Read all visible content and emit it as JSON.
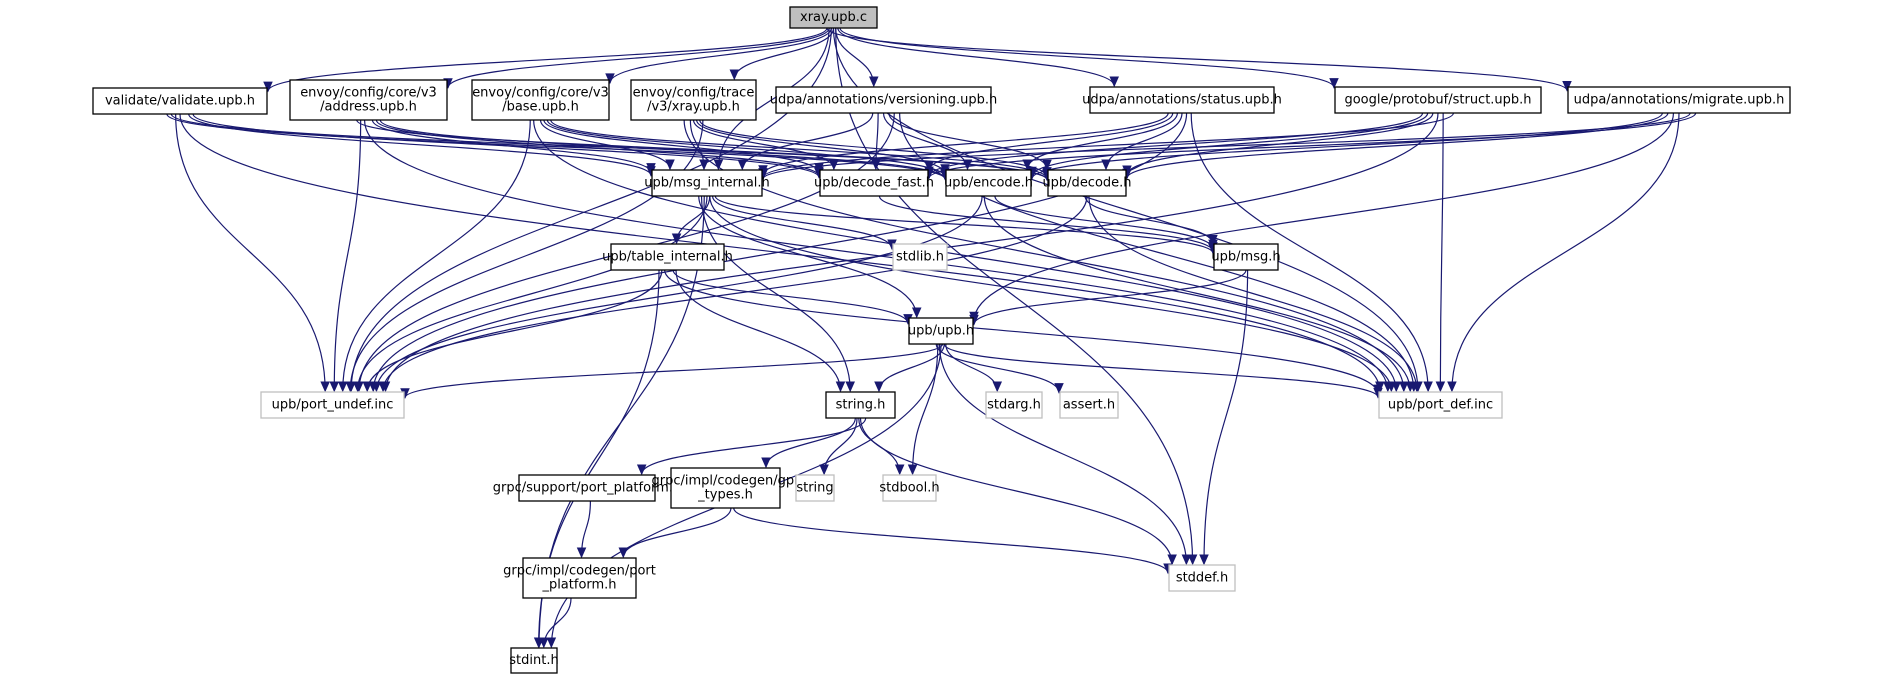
{
  "graph": {
    "title": "xray.upb.c",
    "edge_color": "#191970",
    "root_fill": "#bfbfbf",
    "system_border": "#bfbfbf",
    "nodes": [
      {
        "id": "xray_c",
        "lines": [
          "xray.upb.c"
        ],
        "kind": "root"
      },
      {
        "id": "validate",
        "lines": [
          "validate/validate.upb.h"
        ],
        "kind": "local"
      },
      {
        "id": "address",
        "lines": [
          "envoy/config/core/v3",
          "/address.upb.h"
        ],
        "kind": "local"
      },
      {
        "id": "base",
        "lines": [
          "envoy/config/core/v3",
          "/base.upb.h"
        ],
        "kind": "local"
      },
      {
        "id": "trace_xray",
        "lines": [
          "envoy/config/trace",
          "/v3/xray.upb.h"
        ],
        "kind": "local"
      },
      {
        "id": "versioning",
        "lines": [
          "udpa/annotations/versioning.upb.h"
        ],
        "kind": "local"
      },
      {
        "id": "status",
        "lines": [
          "udpa/annotations/status.upb.h"
        ],
        "kind": "local"
      },
      {
        "id": "struct",
        "lines": [
          "google/protobuf/struct.upb.h"
        ],
        "kind": "local"
      },
      {
        "id": "migrate",
        "lines": [
          "udpa/annotations/migrate.upb.h"
        ],
        "kind": "local"
      },
      {
        "id": "msg_internal",
        "lines": [
          "upb/msg_internal.h"
        ],
        "kind": "local"
      },
      {
        "id": "decode_fast",
        "lines": [
          "upb/decode_fast.h"
        ],
        "kind": "local"
      },
      {
        "id": "encode",
        "lines": [
          "upb/encode.h"
        ],
        "kind": "local"
      },
      {
        "id": "decode",
        "lines": [
          "upb/decode.h"
        ],
        "kind": "local"
      },
      {
        "id": "table_internal",
        "lines": [
          "upb/table_internal.h"
        ],
        "kind": "local"
      },
      {
        "id": "stdlib",
        "lines": [
          "stdlib.h"
        ],
        "kind": "system"
      },
      {
        "id": "msg",
        "lines": [
          "upb/msg.h"
        ],
        "kind": "local"
      },
      {
        "id": "upb",
        "lines": [
          "upb/upb.h"
        ],
        "kind": "local"
      },
      {
        "id": "port_undef",
        "lines": [
          "upb/port_undef.inc"
        ],
        "kind": "system"
      },
      {
        "id": "port_def",
        "lines": [
          "upb/port_def.inc"
        ],
        "kind": "system"
      },
      {
        "id": "stdarg",
        "lines": [
          "stdarg.h"
        ],
        "kind": "system"
      },
      {
        "id": "assert",
        "lines": [
          "assert.h"
        ],
        "kind": "system"
      },
      {
        "id": "string_h",
        "lines": [
          "string.h"
        ],
        "kind": "local"
      },
      {
        "id": "grpc_support_pp",
        "lines": [
          "grpc/support/port_platform.h"
        ],
        "kind": "local"
      },
      {
        "id": "gpr_types",
        "lines": [
          "grpc/impl/codegen/gpr",
          "_types.h"
        ],
        "kind": "local"
      },
      {
        "id": "string",
        "lines": [
          "string"
        ],
        "kind": "system"
      },
      {
        "id": "stdbool",
        "lines": [
          "stdbool.h"
        ],
        "kind": "system"
      },
      {
        "id": "codegen_pp",
        "lines": [
          "grpc/impl/codegen/port",
          "_platform.h"
        ],
        "kind": "local"
      },
      {
        "id": "stddef",
        "lines": [
          "stddef.h"
        ],
        "kind": "system"
      },
      {
        "id": "stdint",
        "lines": [
          "stdint.h"
        ],
        "kind": "local"
      }
    ],
    "edges": [
      [
        "xray_c",
        "validate"
      ],
      [
        "xray_c",
        "address"
      ],
      [
        "xray_c",
        "base"
      ],
      [
        "xray_c",
        "trace_xray"
      ],
      [
        "xray_c",
        "versioning"
      ],
      [
        "xray_c",
        "status"
      ],
      [
        "xray_c",
        "struct"
      ],
      [
        "xray_c",
        "migrate"
      ],
      [
        "xray_c",
        "msg_internal"
      ],
      [
        "xray_c",
        "port_undef"
      ],
      [
        "xray_c",
        "port_def"
      ],
      [
        "xray_c",
        "stddef"
      ],
      [
        "validate",
        "msg_internal"
      ],
      [
        "validate",
        "decode_fast"
      ],
      [
        "validate",
        "encode"
      ],
      [
        "validate",
        "decode"
      ],
      [
        "validate",
        "port_undef"
      ],
      [
        "validate",
        "port_def"
      ],
      [
        "address",
        "msg_internal"
      ],
      [
        "address",
        "decode_fast"
      ],
      [
        "address",
        "encode"
      ],
      [
        "address",
        "decode"
      ],
      [
        "address",
        "port_undef"
      ],
      [
        "address",
        "port_def"
      ],
      [
        "base",
        "msg_internal"
      ],
      [
        "base",
        "decode_fast"
      ],
      [
        "base",
        "encode"
      ],
      [
        "base",
        "decode"
      ],
      [
        "base",
        "port_undef"
      ],
      [
        "base",
        "port_def"
      ],
      [
        "trace_xray",
        "msg_internal"
      ],
      [
        "trace_xray",
        "decode_fast"
      ],
      [
        "trace_xray",
        "encode"
      ],
      [
        "trace_xray",
        "decode"
      ],
      [
        "trace_xray",
        "port_undef"
      ],
      [
        "trace_xray",
        "port_def"
      ],
      [
        "versioning",
        "msg_internal"
      ],
      [
        "versioning",
        "decode_fast"
      ],
      [
        "versioning",
        "encode"
      ],
      [
        "versioning",
        "decode"
      ],
      [
        "versioning",
        "port_undef"
      ],
      [
        "versioning",
        "port_def"
      ],
      [
        "status",
        "msg_internal"
      ],
      [
        "status",
        "decode_fast"
      ],
      [
        "status",
        "encode"
      ],
      [
        "status",
        "decode"
      ],
      [
        "status",
        "port_undef"
      ],
      [
        "status",
        "port_def"
      ],
      [
        "struct",
        "msg_internal"
      ],
      [
        "struct",
        "decode_fast"
      ],
      [
        "struct",
        "encode"
      ],
      [
        "struct",
        "decode"
      ],
      [
        "struct",
        "port_undef"
      ],
      [
        "struct",
        "port_def"
      ],
      [
        "migrate",
        "msg_internal"
      ],
      [
        "migrate",
        "decode_fast"
      ],
      [
        "migrate",
        "encode"
      ],
      [
        "migrate",
        "decode"
      ],
      [
        "migrate",
        "upb"
      ],
      [
        "migrate",
        "port_def"
      ],
      [
        "msg_internal",
        "table_internal"
      ],
      [
        "msg_internal",
        "stdlib"
      ],
      [
        "msg_internal",
        "msg"
      ],
      [
        "msg_internal",
        "upb"
      ],
      [
        "msg_internal",
        "string_h"
      ],
      [
        "msg_internal",
        "stdint"
      ],
      [
        "msg_internal",
        "port_undef"
      ],
      [
        "msg_internal",
        "port_def"
      ],
      [
        "decode_fast",
        "msg"
      ],
      [
        "encode",
        "msg"
      ],
      [
        "encode",
        "port_undef"
      ],
      [
        "encode",
        "port_def"
      ],
      [
        "decode",
        "msg"
      ],
      [
        "decode",
        "port_undef"
      ],
      [
        "decode",
        "port_def"
      ],
      [
        "table_internal",
        "upb"
      ],
      [
        "table_internal",
        "string_h"
      ],
      [
        "table_internal",
        "stdint"
      ],
      [
        "table_internal",
        "port_undef"
      ],
      [
        "table_internal",
        "port_def"
      ],
      [
        "msg",
        "upb"
      ],
      [
        "msg",
        "stddef"
      ],
      [
        "upb",
        "string_h"
      ],
      [
        "upb",
        "stdarg"
      ],
      [
        "upb",
        "assert"
      ],
      [
        "upb",
        "stdbool"
      ],
      [
        "upb",
        "stddef"
      ],
      [
        "upb",
        "stdint"
      ],
      [
        "upb",
        "port_undef"
      ],
      [
        "upb",
        "port_def"
      ],
      [
        "string_h",
        "grpc_support_pp"
      ],
      [
        "string_h",
        "gpr_types"
      ],
      [
        "string_h",
        "string"
      ],
      [
        "string_h",
        "stdbool"
      ],
      [
        "string_h",
        "stddef"
      ],
      [
        "grpc_support_pp",
        "codegen_pp"
      ],
      [
        "gpr_types",
        "codegen_pp"
      ],
      [
        "gpr_types",
        "stddef"
      ],
      [
        "codegen_pp",
        "stdint"
      ]
    ]
  }
}
